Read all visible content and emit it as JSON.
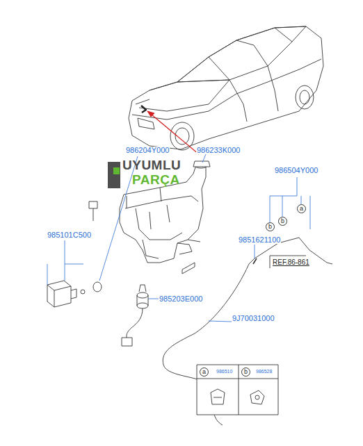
{
  "diagram": {
    "labels": [
      "986204Y000",
      "986233K000",
      "UYUMLU",
      "PARÇA",
      "986504Y000",
      "a",
      "b",
      "b",
      "985101C500",
      "9851621100",
      "REF.86-861",
      "985203E000",
      "9J70031000",
      "a",
      "986510",
      "b",
      "986528"
    ]
  }
}
